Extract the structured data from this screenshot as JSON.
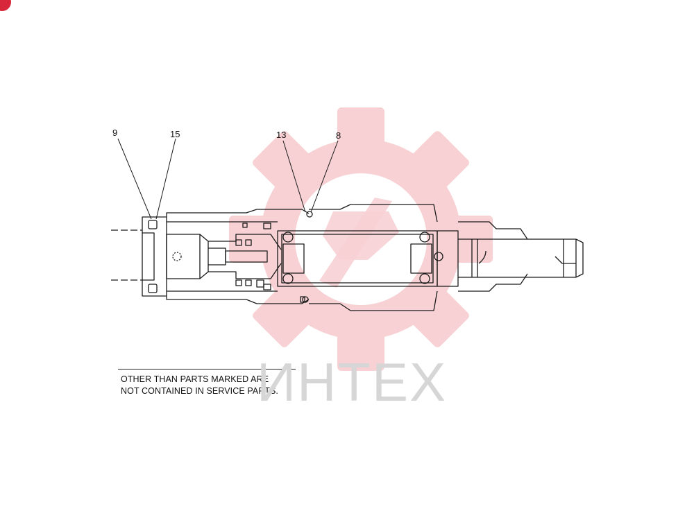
{
  "callouts": [
    {
      "id": "9",
      "label": "9"
    },
    {
      "id": "15",
      "label": "15"
    },
    {
      "id": "13",
      "label": "13"
    },
    {
      "id": "8",
      "label": "8"
    }
  ],
  "note": {
    "line1": "OTHER THAN PARTS MARKED ARE",
    "line2": "NOT CONTAINED IN SERVICE PARTS."
  },
  "watermark": {
    "text": "ИНТЕХ",
    "gear_color": "#f6c9cc",
    "text_color": "#d6d6d6"
  },
  "colors": {
    "line": "#1a1a1a",
    "corner_badge": "#d8263a"
  }
}
